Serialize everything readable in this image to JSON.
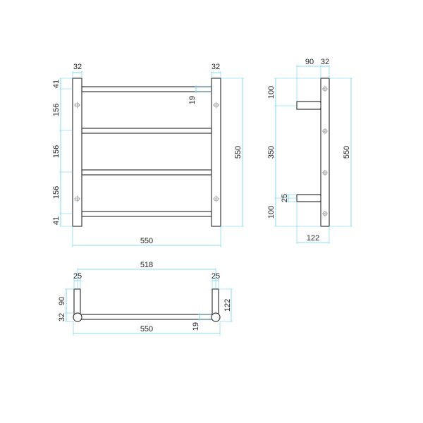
{
  "drawing": {
    "units": "mm",
    "colors": {
      "object_line": "#3a3a3a",
      "dimension_line": "#5fd0f0",
      "text": "#222222"
    }
  },
  "front_view": {
    "overall_width": "550",
    "overall_height": "550",
    "post_width_left": "32",
    "post_width_right": "32",
    "rail_diameter": "19",
    "vertical_spacing": [
      "41",
      "156",
      "156",
      "156",
      "41"
    ]
  },
  "side_view": {
    "projection": "90",
    "post_width": "32",
    "overall_depth": "122",
    "overall_height": "550",
    "top_offset": "100",
    "bracket_spacing": "350",
    "bottom_offset": "100",
    "bracket_thickness": "25"
  },
  "top_view": {
    "inner_width": "518",
    "overall_width": "550",
    "post_left": "25",
    "post_right": "25",
    "projection": "90",
    "post_diameter": "32",
    "overall_depth": "122",
    "rail_diameter": "19"
  }
}
